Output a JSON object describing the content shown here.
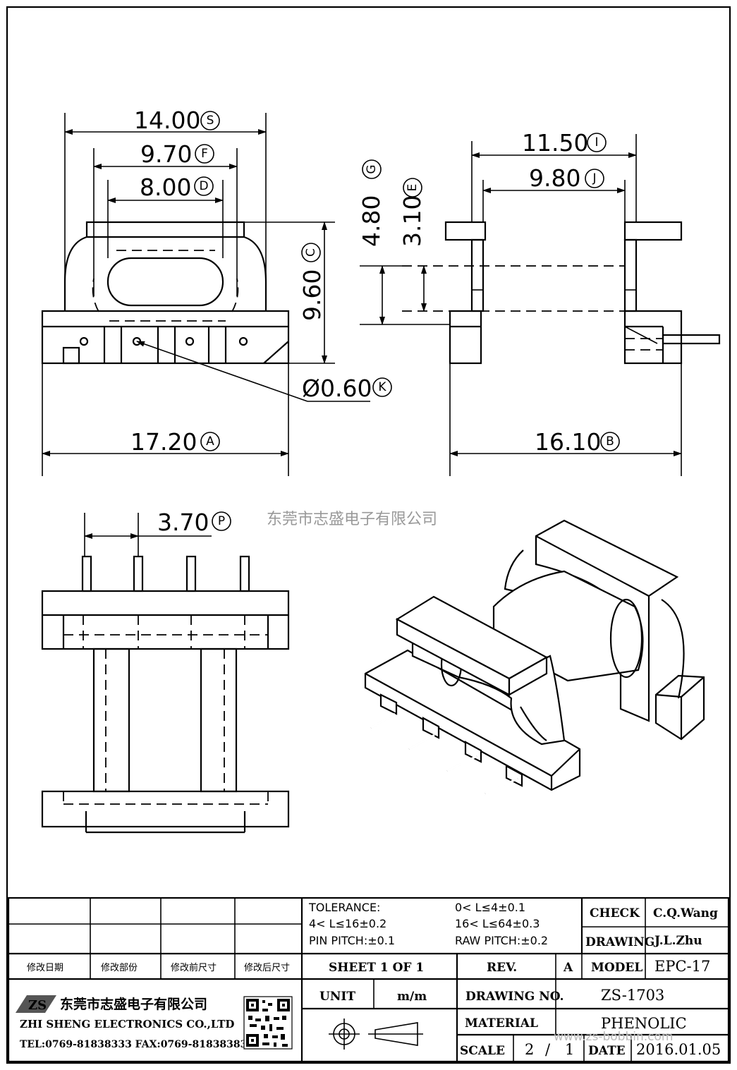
{
  "dimensions": {
    "d_s": {
      "value": "14.00",
      "tag": "S"
    },
    "d_f": {
      "value": "9.70",
      "tag": "F"
    },
    "d_d": {
      "value": "8.00",
      "tag": "D"
    },
    "d_g": {
      "value": "4.80",
      "tag": "G"
    },
    "d_e": {
      "value": "3.10",
      "tag": "E"
    },
    "d_c": {
      "value": "9.60",
      "tag": "C"
    },
    "d_i": {
      "value": "11.50",
      "tag": "I"
    },
    "d_j": {
      "value": "9.80",
      "tag": "J"
    },
    "d_k": {
      "value": "Ø0.60",
      "tag": "K"
    },
    "d_a": {
      "value": "17.20",
      "tag": "A"
    },
    "d_b": {
      "value": "16.10",
      "tag": "B"
    },
    "d_p": {
      "value": "3.70",
      "tag": "P"
    }
  },
  "watermark": "东莞市志盛电子有限公司",
  "watermark_url": "www.zs-bobbin.com",
  "title_block": {
    "tolerance_label": "TOLERANCE:",
    "tol_1": "0< L≤4±0.1",
    "tol_2": "4< L≤16±0.2",
    "tol_3": "16< L≤64±0.3",
    "pin_pitch": "PIN PITCH:±0.1",
    "raw_pitch": "RAW PITCH:±0.2",
    "check_label": "CHECK",
    "check_value": "C.Q.Wang",
    "drawing_label": "DRAWING",
    "drawing_value": "J.L.Zhu",
    "rev_headers": [
      "修改日期",
      "修改部份",
      "修改前尺寸",
      "修改后尺寸"
    ],
    "sheet": "SHEET 1 OF 1",
    "rev_label": "REV.",
    "rev_value": "A",
    "model_label": "MODEL",
    "model_value": "EPC-17",
    "unit_label": "UNIT",
    "unit_value": "m/m",
    "drawing_no_label": "DRAWING NO.",
    "drawing_no_value": "ZS-1703",
    "material_label": "MATERIAL",
    "material_value": "PHENOLIC",
    "scale_label": "SCALE",
    "scale_num": "2",
    "scale_sep": "/",
    "scale_den": "1",
    "date_label": "DATE",
    "date_value": "2016.01.05",
    "company_cn": "东莞市志盛电子有限公司",
    "company_en": "ZHI SHENG ELECTRONICS CO.,LTD",
    "company_tel": "TEL:0769-81838333 FAX:0769-81838383",
    "logo_text": "ZS"
  }
}
